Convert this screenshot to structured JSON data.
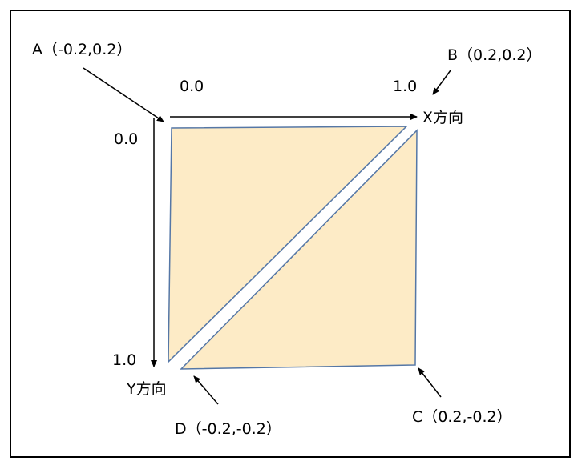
{
  "labels": {
    "a": "A（-0.2,0.2）",
    "b": "B（0.2,0.2）",
    "c": "C（0.2,-0.2）",
    "d": "D（-0.2,-0.2）",
    "x_start": "0.0",
    "x_end": "1.0",
    "y_start": "0.0",
    "y_end": "1.0",
    "x_axis": "X方向",
    "y_axis": "Y方向"
  },
  "colors": {
    "fill": "#fdebc6",
    "edge": "#5577a6",
    "ink": "#000000",
    "frame": "#000000"
  }
}
